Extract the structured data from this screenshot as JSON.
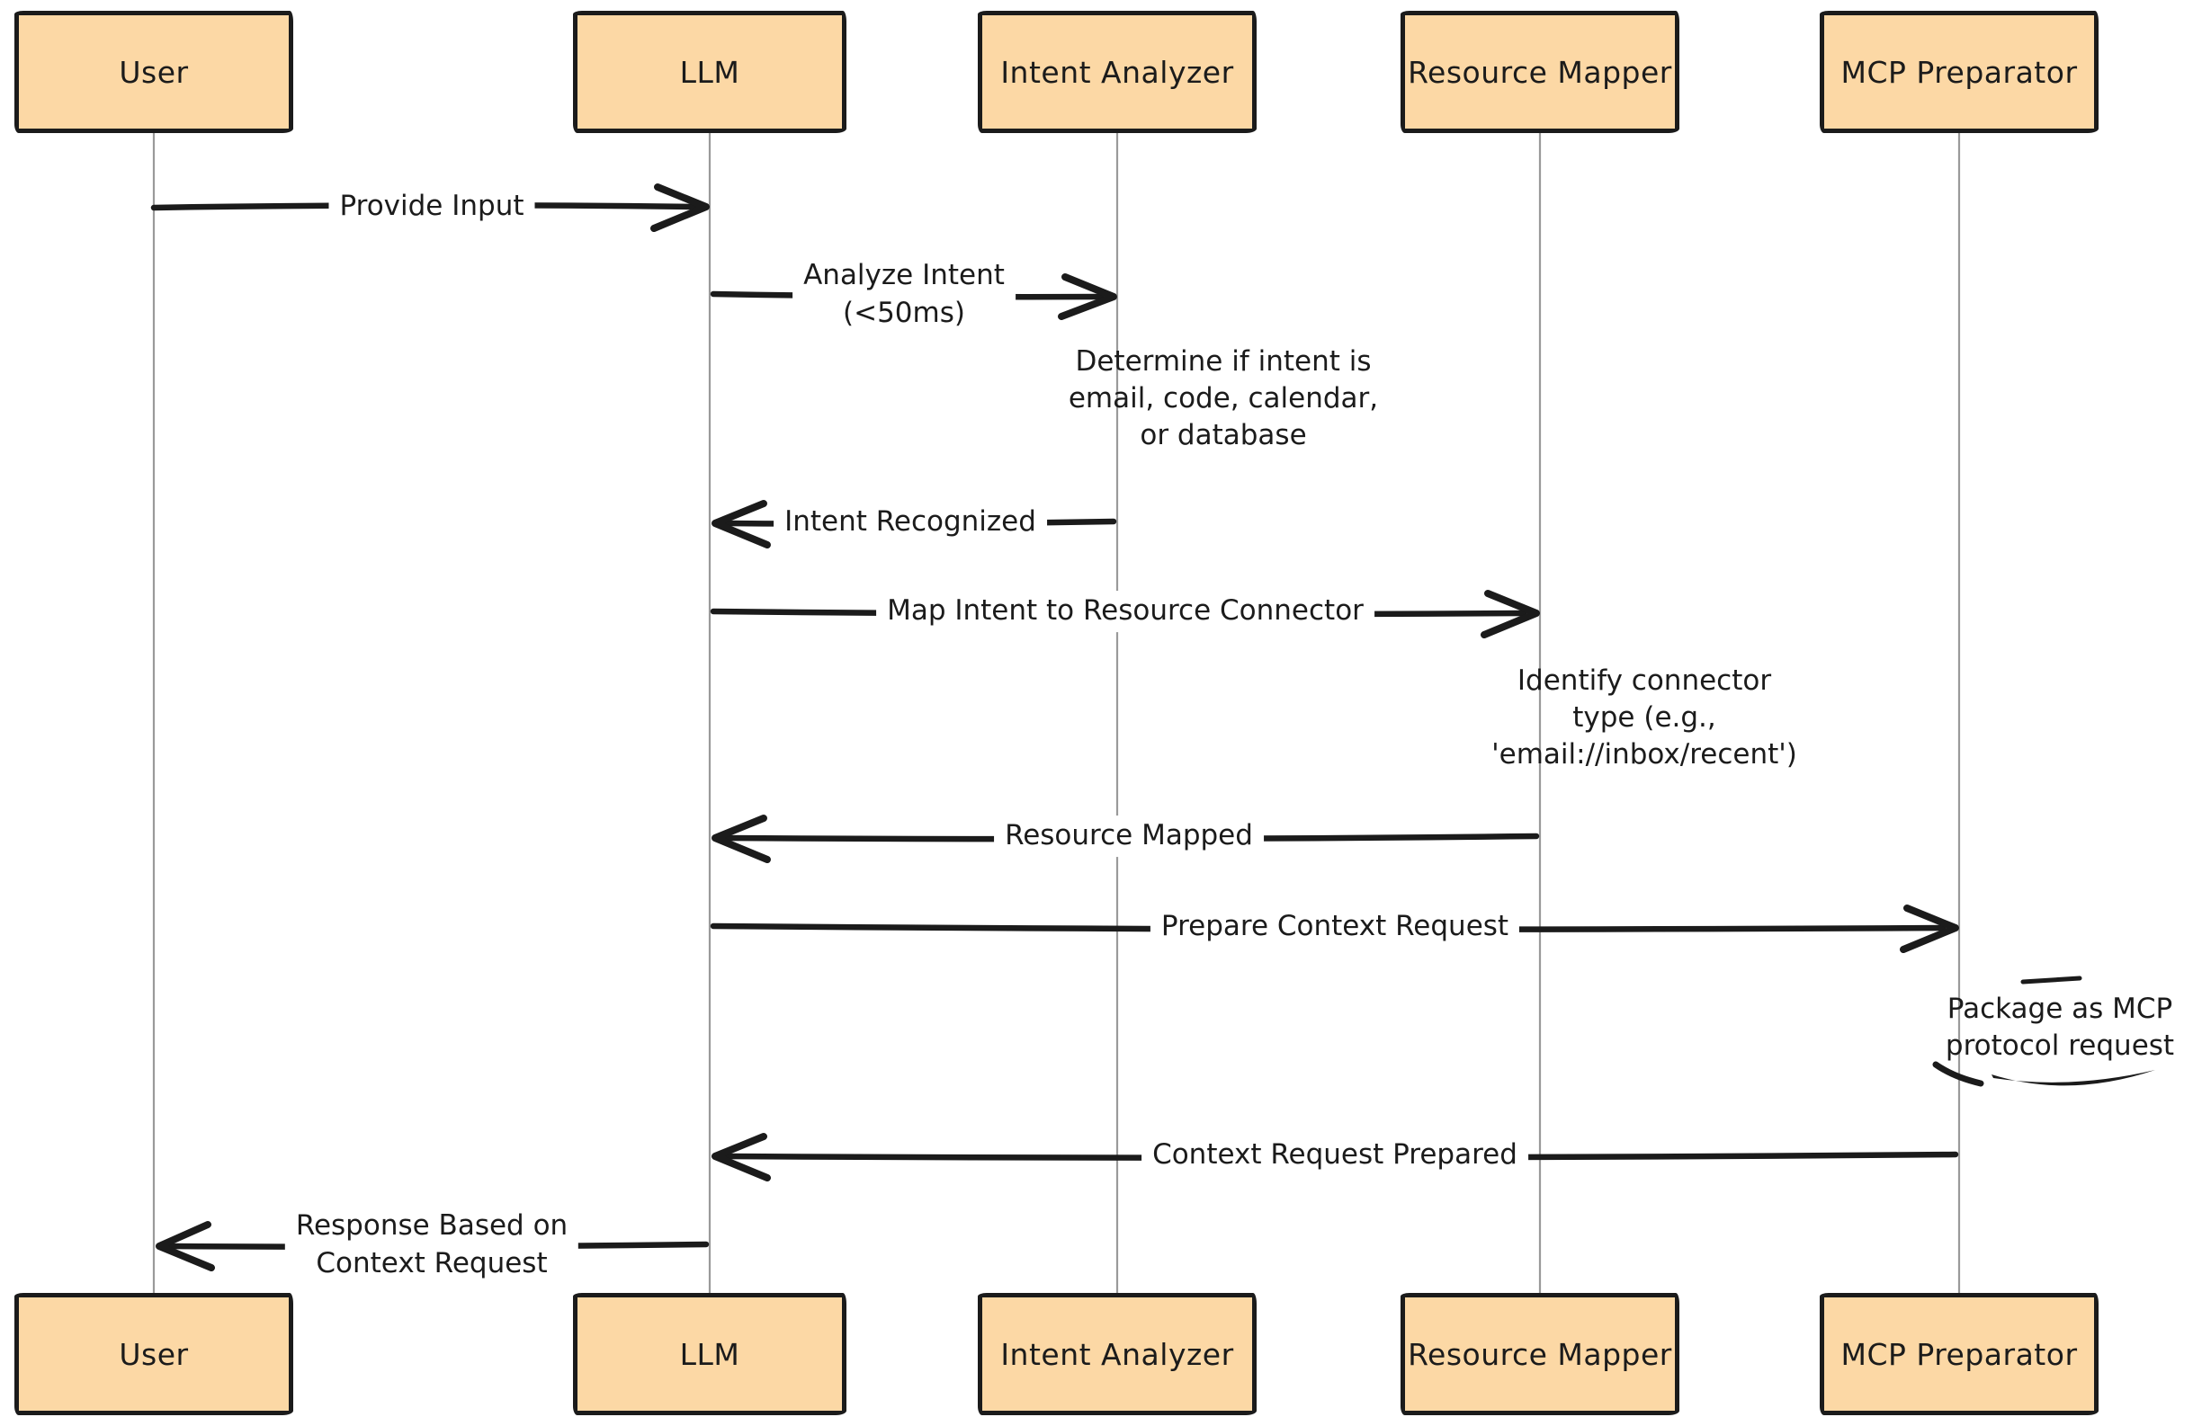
{
  "diagram_type": "sequence-diagram",
  "actors": [
    {
      "id": "user",
      "label": "User"
    },
    {
      "id": "llm",
      "label": "LLM"
    },
    {
      "id": "intent-analyzer",
      "label": "Intent Analyzer"
    },
    {
      "id": "resource-mapper",
      "label": "Resource Mapper"
    },
    {
      "id": "mcp-preparator",
      "label": "MCP Preparator"
    }
  ],
  "messages": [
    {
      "from": "User",
      "to": "LLM",
      "direction": "right",
      "lines": [
        "Provide Input"
      ]
    },
    {
      "from": "LLM",
      "to": "Intent Analyzer",
      "direction": "right",
      "lines": [
        "Analyze Intent",
        "(<50ms)"
      ]
    },
    {
      "from": "Intent Analyzer",
      "to": "LLM",
      "direction": "left",
      "lines": [
        "Intent Recognized"
      ]
    },
    {
      "from": "LLM",
      "to": "Resource Mapper",
      "direction": "right",
      "lines": [
        "Map Intent to Resource Connector"
      ]
    },
    {
      "from": "Resource Mapper",
      "to": "LLM",
      "direction": "left",
      "lines": [
        "Resource Mapped"
      ]
    },
    {
      "from": "LLM",
      "to": "MCP Preparator",
      "direction": "right",
      "lines": [
        "Prepare Context Request"
      ]
    },
    {
      "from": "MCP Preparator",
      "to": "LLM",
      "direction": "left",
      "lines": [
        "Context Request Prepared"
      ]
    },
    {
      "from": "LLM",
      "to": "User",
      "direction": "left",
      "lines": [
        "Response Based on",
        "Context Request"
      ]
    }
  ],
  "notes": [
    {
      "anchor": "Intent Analyzer",
      "lines": [
        "Determine if intent is",
        "email, code, calendar,",
        "or database"
      ]
    },
    {
      "anchor": "Resource Mapper",
      "lines": [
        "Identify connector",
        "type (e.g.,",
        "'email://inbox/recent')"
      ]
    },
    {
      "anchor": "MCP Preparator",
      "lines": [
        "Package as MCP",
        "protocol request"
      ]
    }
  ],
  "colors": {
    "background": "#FFFFFF",
    "actor_fill": "#FCD8A5",
    "actor_border": "#1B1B1B",
    "arrow": "#1B1B1B",
    "lifeline": "#9A9A9A",
    "text": "#1B1B1B"
  }
}
